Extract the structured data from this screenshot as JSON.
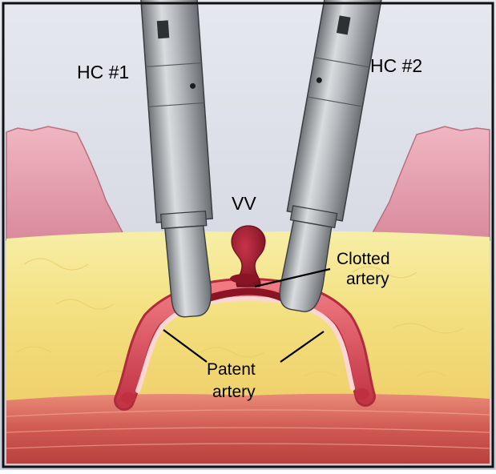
{
  "labels": {
    "hc1": "HC #1",
    "hc2": "HC #2",
    "vv": "VV",
    "clotted_line1": "Clotted",
    "clotted_line2": "artery",
    "patent_line1": "Patent",
    "patent_line2": "artery"
  },
  "colors": {
    "background_sky": "#d8dbe6",
    "fat_tissue": "#f5e38a",
    "muscle_tissue": "#d8605a",
    "skin_tissue": "#e8a0ae",
    "artery_wall": "#d94a5a",
    "clot": "#9c1a2a",
    "instrument_metal": "#a9adb1",
    "border": "#111111"
  }
}
